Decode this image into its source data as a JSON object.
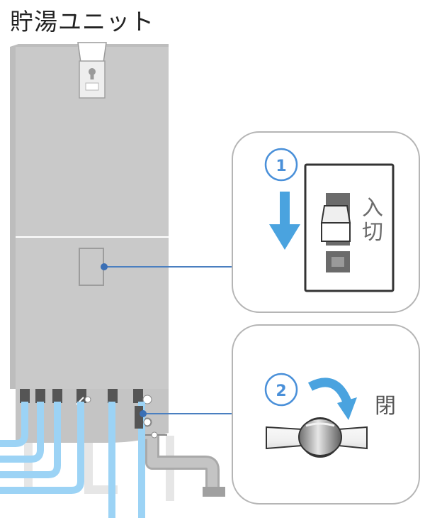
{
  "title": "貯湯ユニット",
  "callouts": [
    {
      "step": "1",
      "switch_on_label": "入",
      "switch_off_label": "切",
      "arrow_direction": "down"
    },
    {
      "step": "2",
      "valve_label": "閉",
      "arrow_direction": "clockwise"
    }
  ],
  "colors": {
    "unit_body": "#c8c8c8",
    "unit_shadow": "#b3b3b3",
    "pipe": "#9cd3f5",
    "accent_blue": "#4aa3df",
    "leader_line": "#4a7fc0",
    "step_circle": "#4a90d9",
    "callout_border": "#b5b5b5"
  }
}
